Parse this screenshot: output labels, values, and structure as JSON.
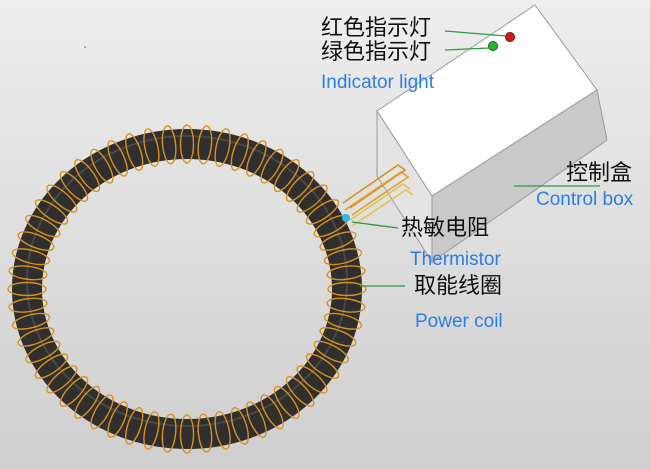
{
  "colors": {
    "coil_core": "#2f2f2f",
    "coil_winding": "#d9911a",
    "box_front": "#f2f2f2",
    "box_top": "#ffffff",
    "box_side": "#cfcfcf",
    "leader_line": "#2a9a44",
    "english_label": "#2b7fe0",
    "thermistor": "#2fb7ea",
    "led_red": "#d11b1b",
    "led_green": "#27b23a"
  },
  "labels": {
    "red_indicator_cn": "红色指示灯",
    "green_indicator_cn": "绿色指示灯",
    "indicator_en": "Indicator light",
    "control_box_cn": "控制盒",
    "control_box_en": "Control box",
    "thermistor_cn": "热敏电阻",
    "thermistor_en": "Thermistor",
    "power_coil_cn": "取能线圈",
    "power_coil_en": "Power coil"
  }
}
